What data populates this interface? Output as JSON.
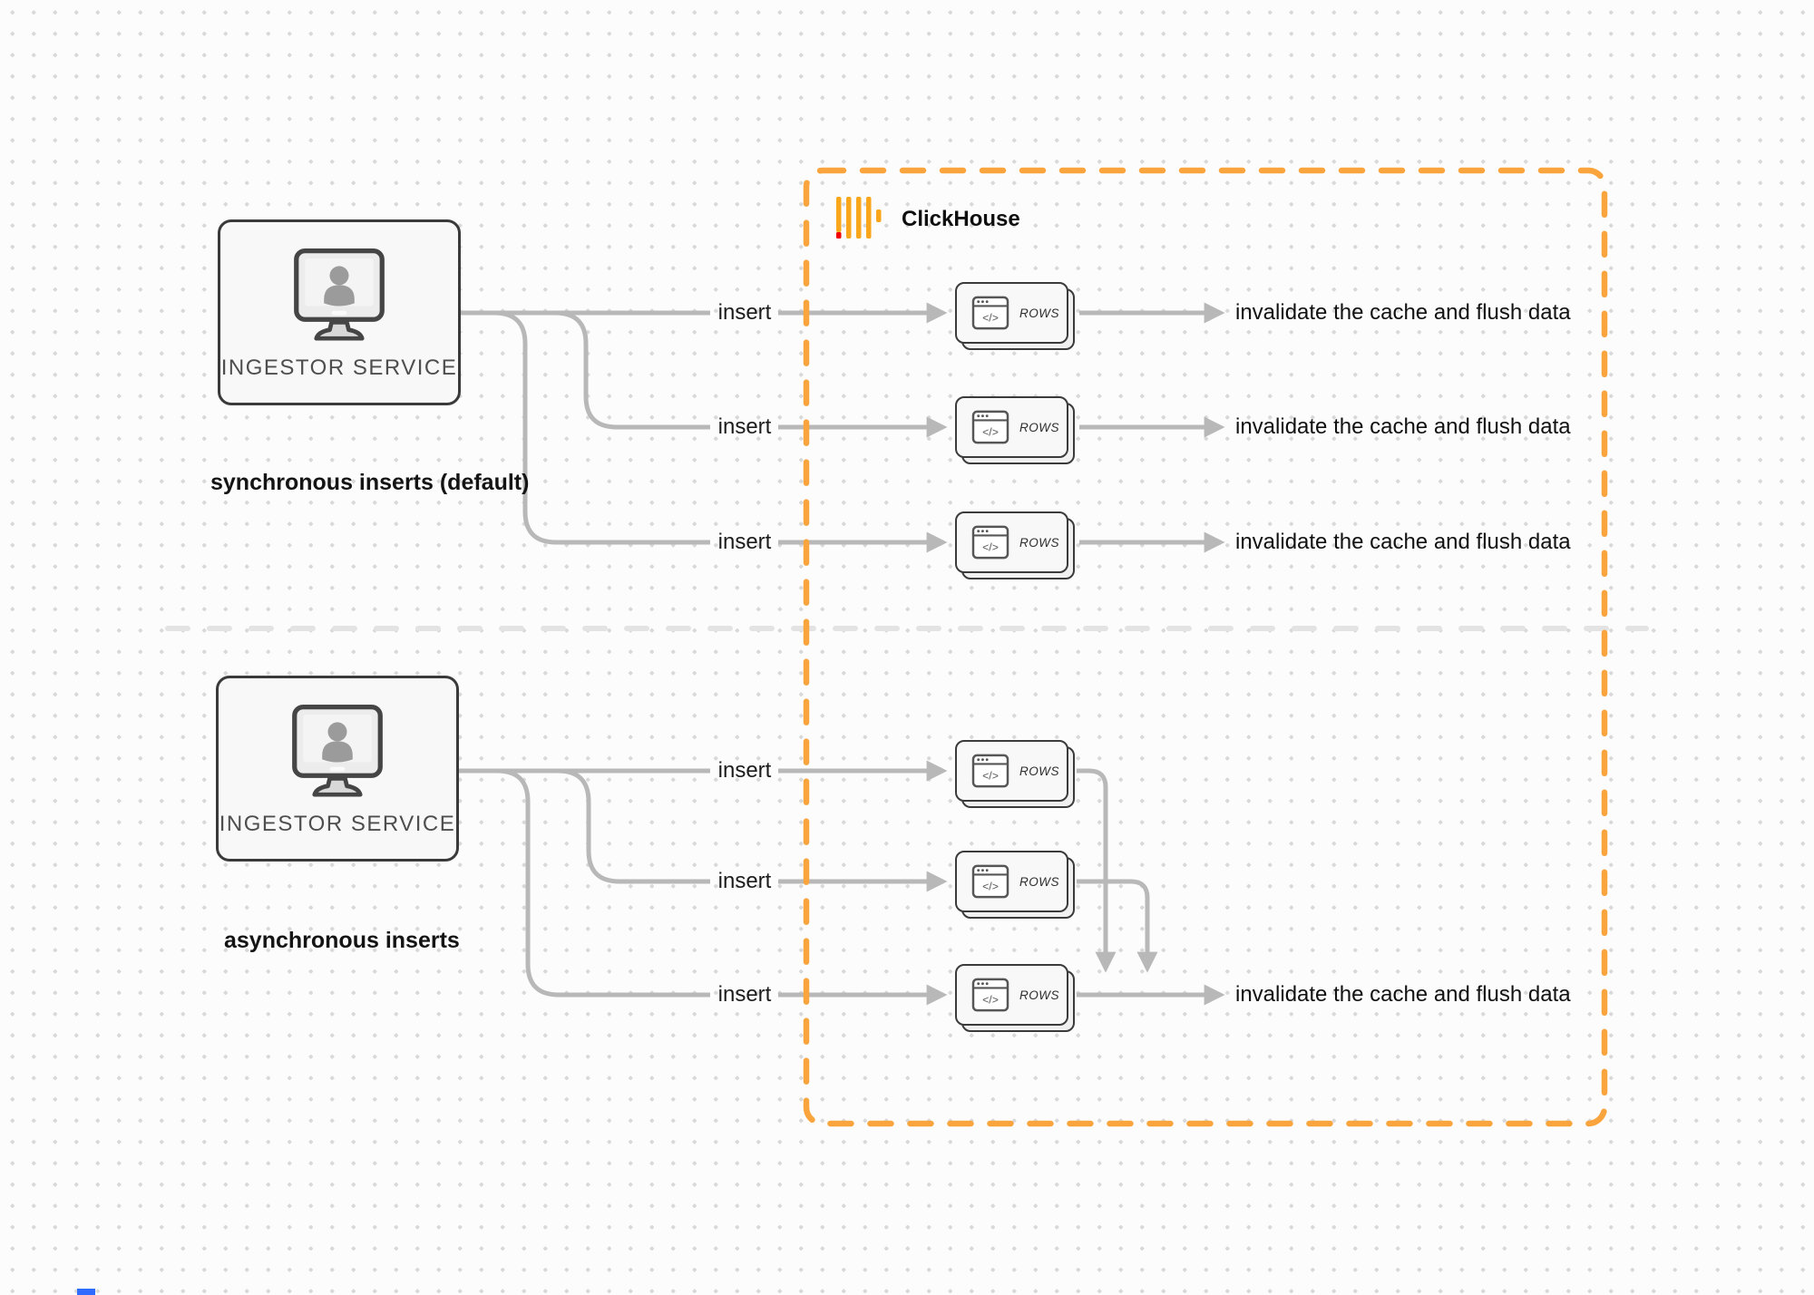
{
  "colors": {
    "accent_orange": "#F9A43C",
    "logo_yellow": "#FAA61A",
    "logo_red": "#F40000",
    "connector_gray": "#B8B8B8",
    "box_border_dark": "#3A3A3A",
    "divider_gray": "#E3E3E3"
  },
  "icons": {
    "code_glyph": "</>"
  },
  "clickhouse": {
    "title": "ClickHouse",
    "logo_icon": "clickhouse-bars-icon"
  },
  "sync": {
    "caption": "synchronous inserts (default)",
    "ingestor": {
      "label": "INGESTOR SERVICE",
      "icon": "monitor-user-icon"
    },
    "rows": [
      {
        "insert": "insert",
        "card": "ROWS",
        "result": "invalidate the cache and flush data"
      },
      {
        "insert": "insert",
        "card": "ROWS",
        "result": "invalidate the cache and flush data"
      },
      {
        "insert": "insert",
        "card": "ROWS",
        "result": "invalidate the cache and flush data"
      }
    ]
  },
  "async": {
    "caption": "asynchronous inserts",
    "ingestor": {
      "label": "INGESTOR SERVICE",
      "icon": "monitor-user-icon"
    },
    "rows": [
      {
        "insert": "insert",
        "card": "ROWS"
      },
      {
        "insert": "insert",
        "card": "ROWS"
      },
      {
        "insert": "insert",
        "card": "ROWS"
      }
    ],
    "result": "invalidate the cache and flush data"
  }
}
